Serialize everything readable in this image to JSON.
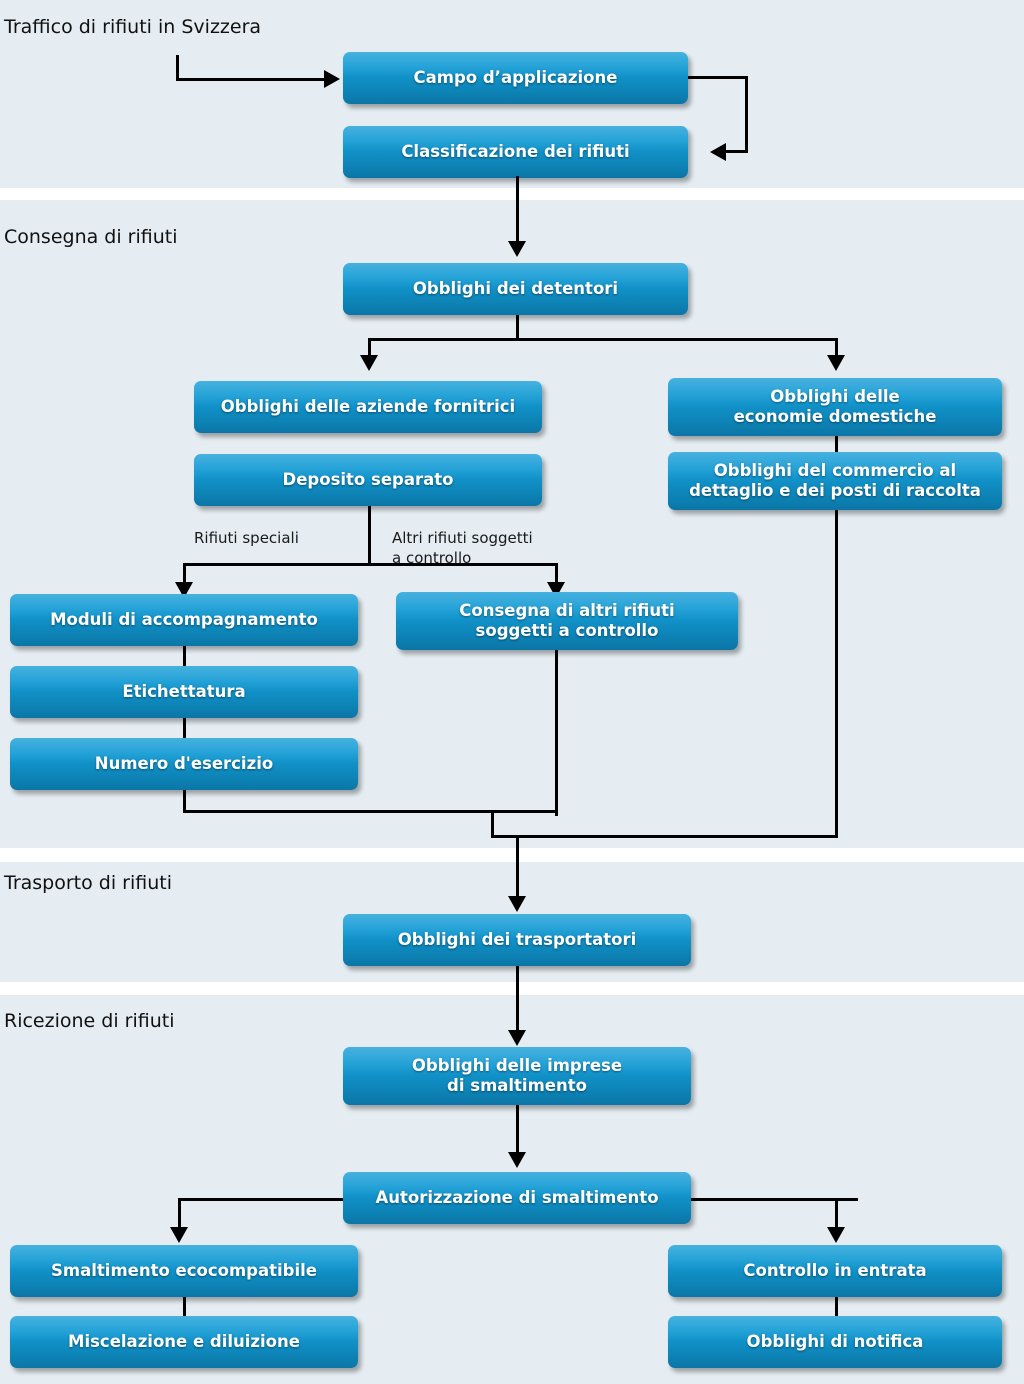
{
  "diagram": {
    "title": "Traffico di rifiuti in Svizzera",
    "accent_color": "#139bd4",
    "band_color": "#e5edf2",
    "line_color": "#000000",
    "node_text_color": "#ffffff"
  },
  "sections": [
    {
      "id": "traffico",
      "title": "Traffico di rifiuti in Svizzera"
    },
    {
      "id": "consegna",
      "title": "Consegna di rifiuti"
    },
    {
      "id": "trasporto",
      "title": "Trasporto di rifiuti"
    },
    {
      "id": "ricezione",
      "title": "Ricezione di rifiuti"
    }
  ],
  "nodes": {
    "campo_applicazione": "Campo d’applicazione",
    "classificazione": "Classificazione dei rifiuti",
    "obblighi_detentori": "Obblighi dei detentori",
    "obblighi_aziende": "Obblighi delle aziende fornitrici",
    "deposito_separato": "Deposito separato",
    "obblighi_economie": "Obblighi delle\neconomie domestiche",
    "obblighi_commercio": "Obblighi del commercio al\ndettaglio e dei posti di raccolta",
    "moduli_accompagnamento": "Moduli di accompagnamento",
    "etichettatura": "Etichettatura",
    "numero_esercizio": "Numero d'esercizio",
    "consegna_altri": "Consegna di altri rifiuti\nsoggetti a controllo",
    "obblighi_trasportatori": "Obblighi dei trasportatori",
    "obblighi_imprese": "Obblighi delle imprese\ndi smaltimento",
    "autorizzazione": "Autorizzazione di smaltimento",
    "smaltimento_eco": "Smaltimento ecocompatibile",
    "miscelazione": "Miscelazione e diluizione",
    "controllo_entrata": "Controllo in entrata",
    "obblighi_notifica": "Obblighi di notifica"
  },
  "edge_labels": {
    "rifiuti_speciali": "Rifiuti speciali",
    "altri_rifiuti": "Altri rifiuti soggetti\na controllo"
  }
}
